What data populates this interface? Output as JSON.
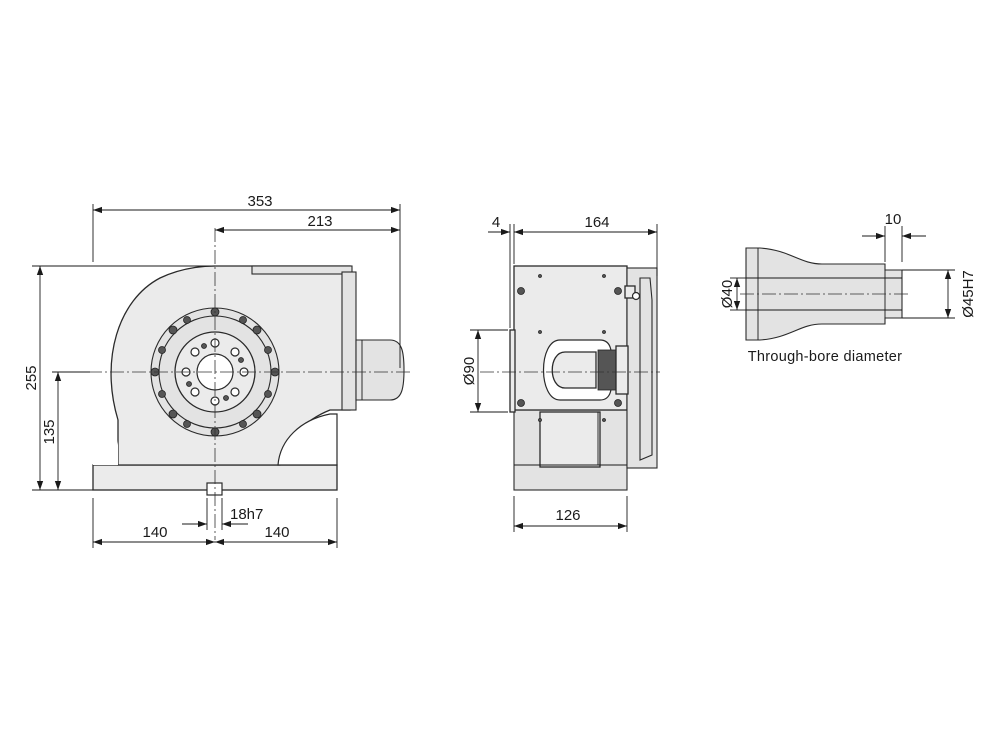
{
  "front_view": {
    "dim_overall_width": "353",
    "dim_center_to_edge": "213",
    "dim_total_height": "255",
    "dim_center_height": "135",
    "dim_base_left": "140",
    "dim_base_right": "140",
    "dim_key_slot": "18h7"
  },
  "side_view": {
    "dim_offset": "4",
    "dim_depth": "164",
    "dim_pilot_diameter": "Ø90",
    "dim_base_depth": "126"
  },
  "bore_detail": {
    "dim_bore_small": "Ø40",
    "dim_bore_large": "Ø45H7",
    "dim_counterbore_length": "10",
    "caption": "Through-bore diameter"
  }
}
